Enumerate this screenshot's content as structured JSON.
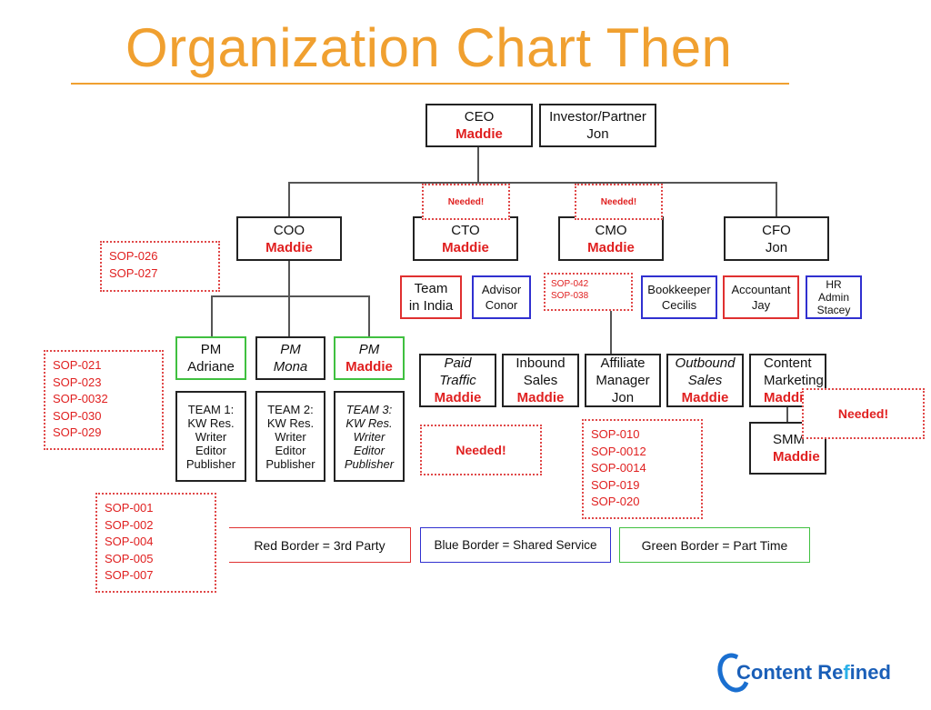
{
  "title": "Organization Chart Then",
  "ceo": {
    "role": "CEO",
    "name": "Maddie"
  },
  "investor": {
    "role": "Investor/Partner",
    "name": "Jon"
  },
  "needed_label": "Needed!",
  "coo": {
    "role": "COO",
    "name": "Maddie"
  },
  "cto": {
    "role": "CTO",
    "name": "Maddie"
  },
  "cmo": {
    "role": "CMO",
    "name": "Maddie"
  },
  "cfo": {
    "role": "CFO",
    "name": "Jon"
  },
  "team_india": {
    "line1": "Team",
    "line2": "in India"
  },
  "advisor": {
    "role": "Advisor",
    "name": "Conor"
  },
  "bookkeeper": {
    "role": "Bookkeeper",
    "name": "Cecilis"
  },
  "accountant": {
    "role": "Accountant",
    "name": "Jay"
  },
  "hr": {
    "line1": "HR",
    "line2": "Admin",
    "line3": "Stacey"
  },
  "pm_adriane": {
    "role": "PM",
    "name": "Adriane"
  },
  "pm_mona": {
    "role": "PM",
    "name": "Mona"
  },
  "pm_maddie": {
    "role": "PM",
    "name": "Maddie"
  },
  "team1": {
    "l1": "TEAM 1:",
    "l2": "KW Res.",
    "l3": "Writer",
    "l4": "Editor",
    "l5": "Publisher"
  },
  "team2": {
    "l1": "TEAM 2:",
    "l2": "KW Res.",
    "l3": "Writer",
    "l4": "Editor",
    "l5": "Publisher"
  },
  "team3": {
    "l1": "TEAM 3:",
    "l2": "KW Res.",
    "l3": "Writer",
    "l4": "Editor",
    "l5": "Publisher"
  },
  "paid_traffic": {
    "l1": "Paid",
    "l2": "Traffic",
    "name": "Maddie"
  },
  "inbound_sales": {
    "l1": "Inbound",
    "l2": "Sales",
    "name": "Maddie"
  },
  "affiliate": {
    "l1": "Affiliate",
    "l2": "Manager",
    "l3": "Jon"
  },
  "outbound_sales": {
    "l1": "Outbound",
    "l2": "Sales",
    "name": "Maddie"
  },
  "content_marketing": {
    "l1": "Content",
    "l2": "Marketing",
    "name": "Maddie"
  },
  "smm": {
    "role": "SMM",
    "name": "Maddie"
  },
  "sop_groups": {
    "coo": [
      "SOP-026",
      "SOP-027"
    ],
    "pm": [
      "SOP-021",
      "SOP-023",
      "SOP-0032",
      "SOP-030",
      "SOP-029"
    ],
    "teams": [
      "SOP-001",
      "SOP-002",
      "SOP-004",
      "SOP-005",
      "SOP-007"
    ],
    "cmo": [
      "SOP-042",
      "SOP-038"
    ],
    "affiliate": [
      "SOP-010",
      "SOP-0012",
      "SOP-0014",
      "SOP-019",
      "SOP-020"
    ]
  },
  "legend": {
    "red": "Red Border = 3rd Party",
    "blue": "Blue Border = Shared Service",
    "green": "Green Border = Part Time"
  },
  "logo": {
    "part1": "Content Re",
    "part2": "f",
    "part3": "ined"
  },
  "colors": {
    "title": "#f0a030",
    "name_red": "#e02020",
    "red_border": "#e03030",
    "blue_border": "#3030d0",
    "green_border": "#40c040",
    "logo_blue": "#1a5fb8"
  }
}
